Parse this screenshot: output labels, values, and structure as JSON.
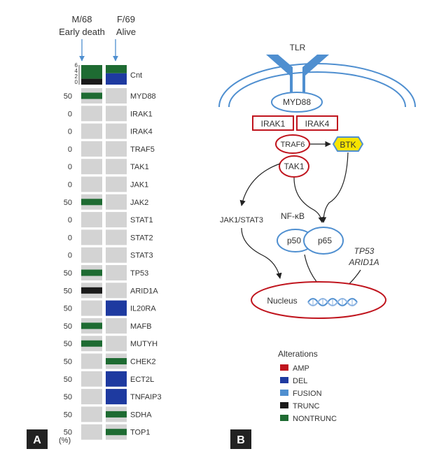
{
  "panel_a": {
    "label": "A",
    "unit_label": "(%)",
    "columns": [
      {
        "line1": "M/68",
        "line2": "Early death"
      },
      {
        "line1": "F/69",
        "line2": "Alive"
      }
    ],
    "cnt": {
      "label": "Cnt",
      "ticks": [
        "6",
        "4",
        "2",
        "0"
      ],
      "col1": [
        {
          "type": "NONTRUNC",
          "frac": 0.7
        },
        {
          "type": "TRUNC",
          "frac": 0.3
        }
      ],
      "col2": [
        {
          "type": "NONTRUNC",
          "frac": 0.42
        },
        {
          "type": "DEL",
          "frac": 0.58
        }
      ]
    },
    "rows": [
      {
        "pct": "50",
        "gene": "MYD88",
        "col1": "NONTRUNC",
        "col2": "none"
      },
      {
        "pct": "0",
        "gene": "IRAK1",
        "col1": "none",
        "col2": "none"
      },
      {
        "pct": "0",
        "gene": "IRAK4",
        "col1": "none",
        "col2": "none"
      },
      {
        "pct": "0",
        "gene": "TRAF5",
        "col1": "none",
        "col2": "none"
      },
      {
        "pct": "0",
        "gene": "TAK1",
        "col1": "none",
        "col2": "none"
      },
      {
        "pct": "0",
        "gene": "JAK1",
        "col1": "none",
        "col2": "none"
      },
      {
        "pct": "50",
        "gene": "JAK2",
        "col1": "NONTRUNC",
        "col2": "none"
      },
      {
        "pct": "0",
        "gene": "STAT1",
        "col1": "none",
        "col2": "none"
      },
      {
        "pct": "0",
        "gene": "STAT2",
        "col1": "none",
        "col2": "none"
      },
      {
        "pct": "0",
        "gene": "STAT3",
        "col1": "none",
        "col2": "none"
      },
      {
        "pct": "50",
        "gene": "TP53",
        "col1": "NONTRUNC",
        "col2": "none"
      },
      {
        "pct": "50",
        "gene": "ARID1A",
        "col1": "TRUNC",
        "col2": "none"
      },
      {
        "pct": "50",
        "gene": "IL20RA",
        "col1": "none",
        "col2": "DEL"
      },
      {
        "pct": "50",
        "gene": "MAFB",
        "col1": "NONTRUNC",
        "col2": "none"
      },
      {
        "pct": "50",
        "gene": "MUTYH",
        "col1": "NONTRUNC",
        "col2": "none"
      },
      {
        "pct": "50",
        "gene": "CHEK2",
        "col1": "none",
        "col2": "NONTRUNC"
      },
      {
        "pct": "50",
        "gene": "ECT2L",
        "col1": "none",
        "col2": "DEL"
      },
      {
        "pct": "50",
        "gene": "TNFAIP3",
        "col1": "none",
        "col2": "DEL"
      },
      {
        "pct": "50",
        "gene": "SDHA",
        "col1": "none",
        "col2": "NONTRUNC"
      },
      {
        "pct": "50",
        "gene": "TOP1",
        "col1": "none",
        "col2": "NONTRUNC"
      }
    ]
  },
  "panel_b": {
    "label": "B",
    "nodes": {
      "tlr": "TLR",
      "myd88": "MYD88",
      "irak1": "IRAK1",
      "irak4": "IRAK4",
      "traf6": "TRAF6",
      "btk": "BTK",
      "tak1": "TAK1",
      "jak_stat": "JAK1/STAT3",
      "nfkb": "NF-κB",
      "p50": "p50",
      "p65": "p65",
      "tp53": "TP53",
      "arid1a": "ARID1A",
      "nucleus": "Nucleus"
    },
    "legend": {
      "title": "Alterations",
      "items": [
        {
          "label": "AMP",
          "type": "AMP"
        },
        {
          "label": "DEL",
          "type": "DEL"
        },
        {
          "label": "FUSION",
          "type": "FUSION"
        },
        {
          "label": "TRUNC",
          "type": "TRUNC"
        },
        {
          "label": "NONTRUNC",
          "type": "NONTRUNC"
        }
      ]
    }
  },
  "colors": {
    "AMP": "#c0151e",
    "DEL": "#1e3aa0",
    "FUSION": "#4f8fd0",
    "TRUNC": "#1a1a1a",
    "NONTRUNC": "#1e6b32",
    "none": "#d3d3d3",
    "membrane": "#4f8fd0",
    "red_outline": "#c0151e",
    "btk_fill": "#f7e400",
    "label_box": "#222222"
  }
}
